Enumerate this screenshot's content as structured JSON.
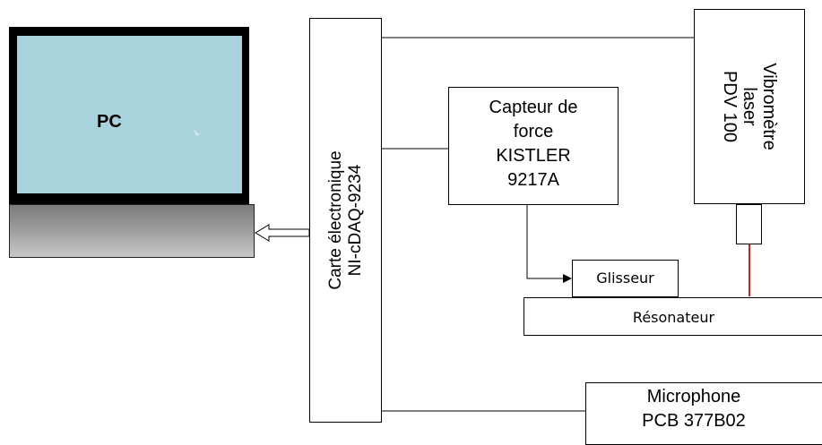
{
  "pc": {
    "label": "PC"
  },
  "daq": {
    "line1": "Carte électronique",
    "line2": "NI-cDAQ-9234"
  },
  "force_sensor": {
    "line1": "Capteur de",
    "line2": "force",
    "line3": "KISTLER",
    "line4": "9217A"
  },
  "vibrometer": {
    "line1": "Vibromètre",
    "line2": "laser",
    "line3": "PDV 100"
  },
  "slider": {
    "label": "Glisseur"
  },
  "resonator": {
    "label": "Résonateur"
  },
  "microphone": {
    "line1": "Microphone",
    "line2": "PCB 377B02"
  },
  "colors": {
    "screen": "#a9d3dc",
    "laser": "#d02020",
    "base_gray": "#9b9b9b"
  }
}
